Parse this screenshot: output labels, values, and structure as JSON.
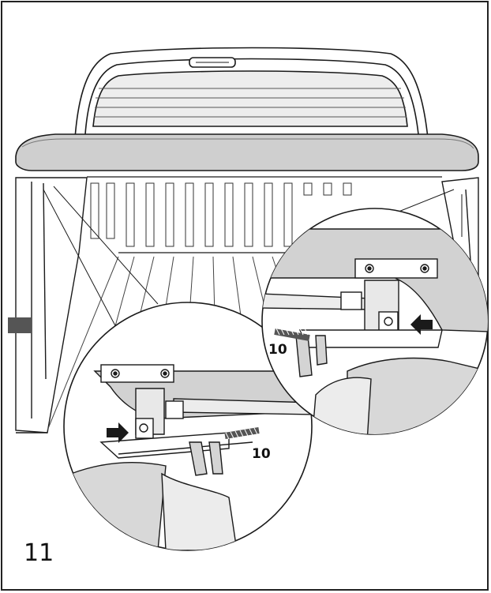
{
  "step_number": "11",
  "callouts": {
    "spring_left": "10",
    "spring_right": "10"
  },
  "colors": {
    "line": "#1a1a1a",
    "shade_light": "#e6e6e6",
    "shade_mid": "#c8c8c8",
    "shade_dark": "#8a8a8a",
    "arrow": "#1a1a1a"
  },
  "icons": {
    "press_arrow": "arrow-right-icon",
    "press_arrow_2": "arrow-left-icon"
  }
}
